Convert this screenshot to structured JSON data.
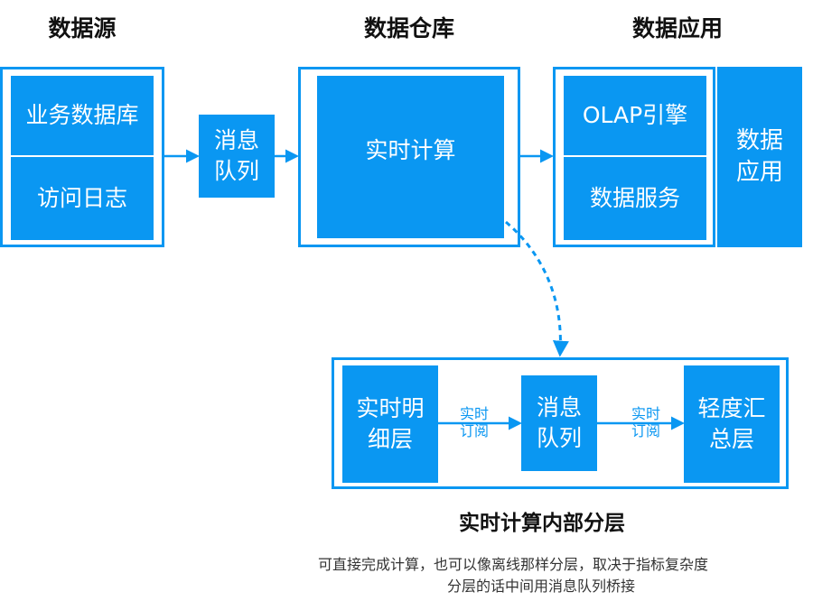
{
  "sections": {
    "source": "数据源",
    "warehouse": "数据仓库",
    "application": "数据应用"
  },
  "source_boxes": [
    "业务数据库",
    "访问日志"
  ],
  "queue_top": [
    "消息",
    "队列"
  ],
  "warehouse_box": "实时计算",
  "app_boxes": [
    "OLAP引擎",
    "数据服务"
  ],
  "app_side": [
    "数据",
    "应用"
  ],
  "layers": {
    "detail": [
      "实时明",
      "细层"
    ],
    "queue": [
      "消息",
      "队列"
    ],
    "summary": [
      "轻度汇",
      "总层"
    ],
    "arrow_label": [
      "实时",
      "订阅"
    ]
  },
  "subtitle": "实时计算内部分层",
  "caption": [
    "可直接完成计算，也可以像离线那样分层，取决于指标复杂度",
    "分层的话中间用消息队列桥接"
  ],
  "colors": {
    "accent": "#0a97f2",
    "text": "#111111",
    "background": "#ffffff"
  }
}
